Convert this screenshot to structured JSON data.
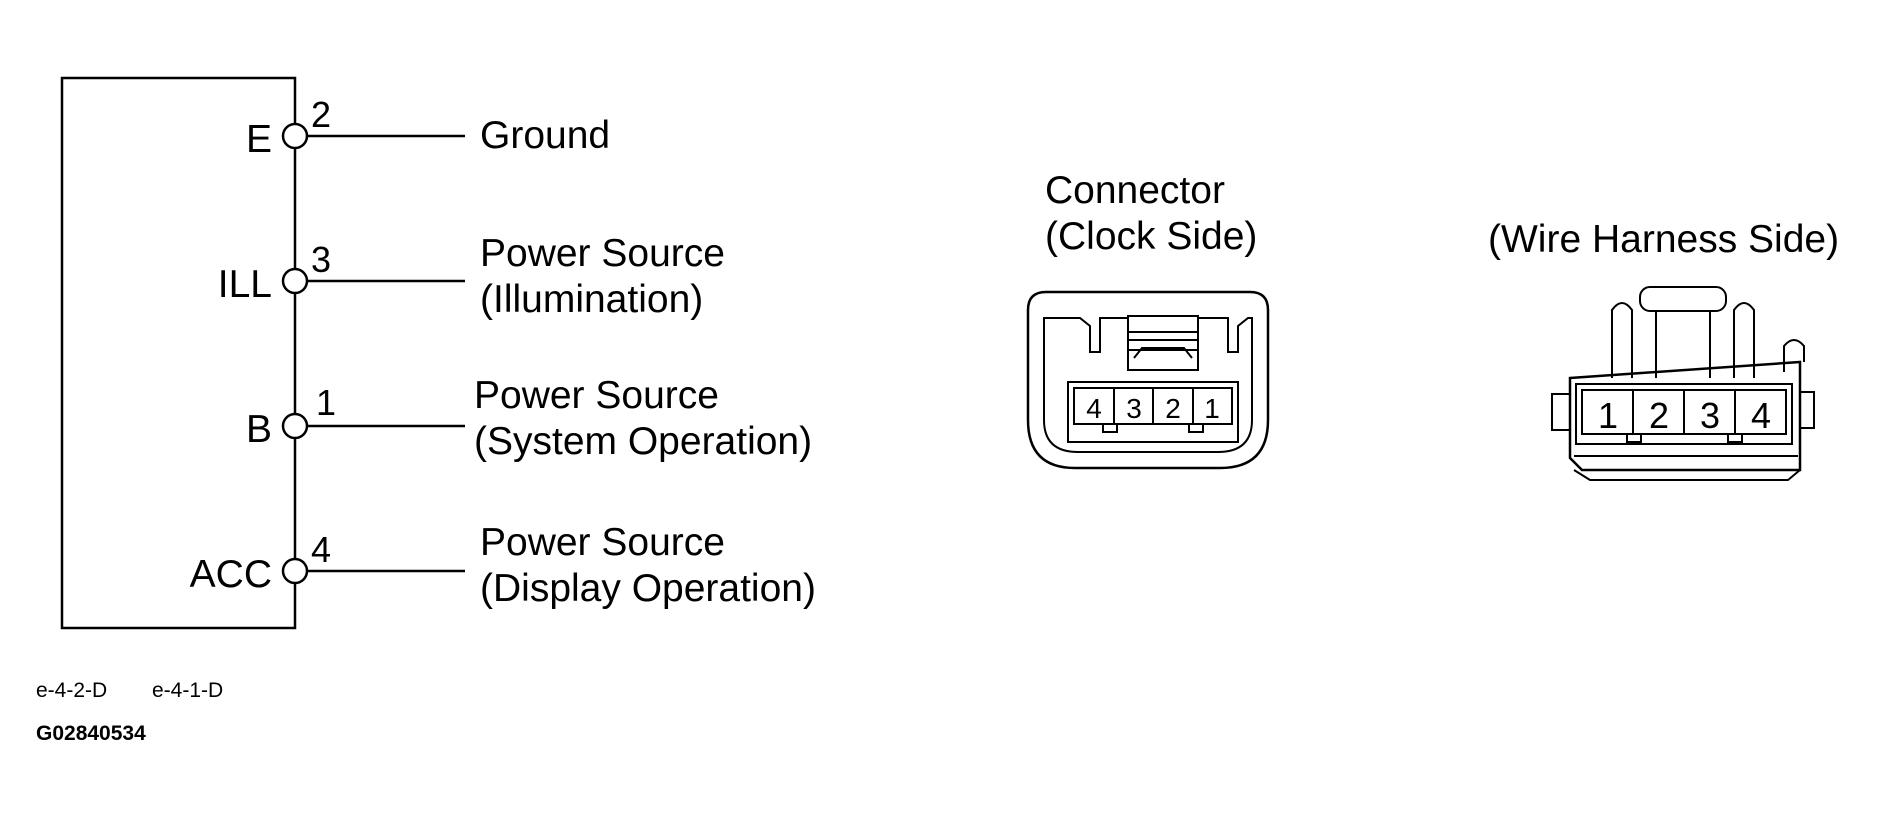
{
  "schematic": {
    "pins": [
      {
        "terminal": "E",
        "number": "2",
        "description_line1": "Ground",
        "description_line2": ""
      },
      {
        "terminal": "ILL",
        "number": "3",
        "description_line1": "Power Source",
        "description_line2": "(Illumination)"
      },
      {
        "terminal": "B",
        "number": "1",
        "description_line1": "Power Source",
        "description_line2": "(System Operation)"
      },
      {
        "terminal": "ACC",
        "number": "4",
        "description_line1": "Power Source",
        "description_line2": "(Display Operation)"
      }
    ]
  },
  "connector_clock": {
    "title_line1": "Connector",
    "title_line2": "(Clock Side)",
    "cavities": [
      "4",
      "3",
      "2",
      "1"
    ]
  },
  "connector_harness": {
    "title": "(Wire Harness Side)",
    "cavities": [
      "1",
      "2",
      "3",
      "4"
    ]
  },
  "footer": {
    "ref1": "e-4-2-D",
    "ref2": "e-4-1-D",
    "code": "G02840534"
  }
}
